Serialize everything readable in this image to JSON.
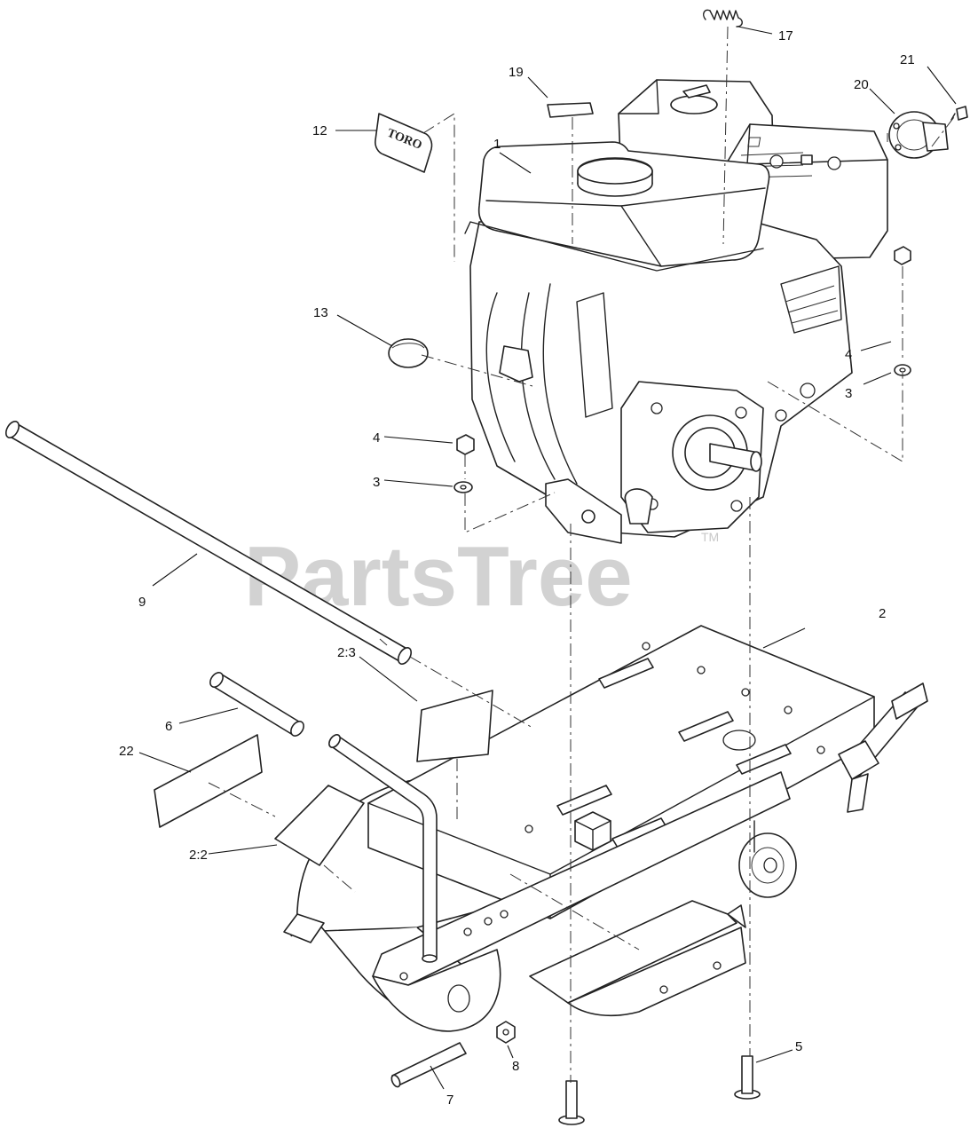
{
  "watermark": {
    "text": "PartsTree",
    "tm": "TM"
  },
  "logo_decal": {
    "text": "TORO"
  },
  "callouts": [
    {
      "id": "c1",
      "label": "1"
    },
    {
      "id": "c2",
      "label": "2"
    },
    {
      "id": "c2-2",
      "label": "2:2"
    },
    {
      "id": "c2-3",
      "label": "2:3"
    },
    {
      "id": "c3a",
      "label": "3"
    },
    {
      "id": "c3b",
      "label": "3"
    },
    {
      "id": "c4a",
      "label": "4"
    },
    {
      "id": "c4b",
      "label": "4"
    },
    {
      "id": "c5",
      "label": "5"
    },
    {
      "id": "c6",
      "label": "6"
    },
    {
      "id": "c7",
      "label": "7"
    },
    {
      "id": "c8",
      "label": "8"
    },
    {
      "id": "c9",
      "label": "9"
    },
    {
      "id": "c12",
      "label": "12"
    },
    {
      "id": "c13",
      "label": "13"
    },
    {
      "id": "c17",
      "label": "17"
    },
    {
      "id": "c19",
      "label": "19"
    },
    {
      "id": "c20",
      "label": "20"
    },
    {
      "id": "c21",
      "label": "21"
    },
    {
      "id": "c22",
      "label": "22"
    }
  ]
}
